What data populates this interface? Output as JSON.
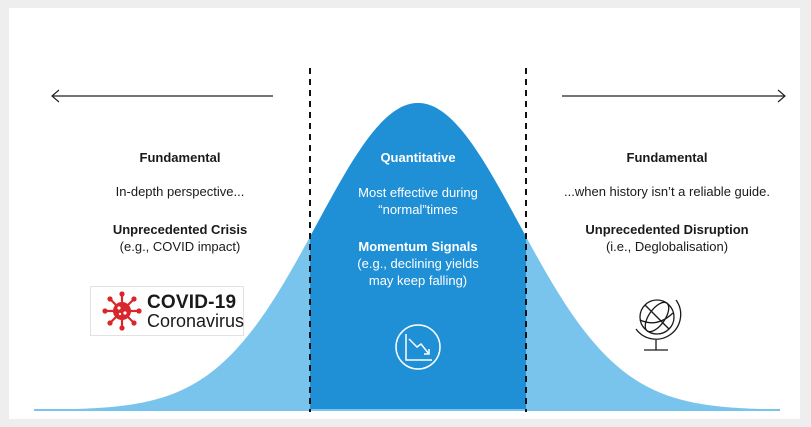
{
  "left": {
    "heading": "Fundamental",
    "description": "In-depth perspective...",
    "sub_heading": "Unprecedented Crisis",
    "sub_example": "(e.g., COVID impact)",
    "logo_title": "COVID-19",
    "logo_subtitle": "Coronavirus",
    "icon": "virus-icon"
  },
  "center": {
    "heading": "Quantitative",
    "description_line1": "Most effective during",
    "description_line2": "“normal”times",
    "sub_heading": "Momentum Signals",
    "sub_example_line1": "(e.g., declining yields",
    "sub_example_line2": "may keep falling)",
    "icon": "declining-chart-icon"
  },
  "right": {
    "heading": "Fundamental",
    "description": "...when history isn’t a reliable guide.",
    "sub_heading": "Unprecedented Disruption",
    "sub_example": "(i.e., Deglobalisation)",
    "icon": "globe-icon"
  },
  "colors": {
    "curve_light": "#79c4ec",
    "curve_dark": "#1f8fd6",
    "divider": "#111111",
    "virus_red": "#d9262b"
  }
}
